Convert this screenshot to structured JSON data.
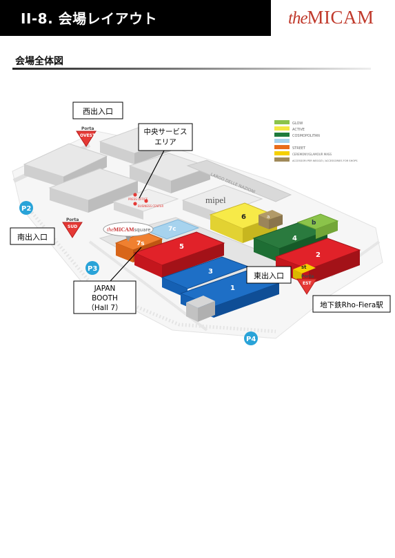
{
  "header": {
    "title": "II-8. 会場レイアウト",
    "logo_prefix": "the",
    "logo_main": "MICAM",
    "brand_color": "#c62828"
  },
  "section": {
    "heading": "会場全体図"
  },
  "map": {
    "callouts": {
      "west_entrance": "西出入口",
      "central_services_line1": "中央サービス",
      "central_services_line2": "エリア",
      "south_entrance": "南出入口",
      "east_entrance": "東出入口",
      "japan_booth_line1": "JAPAN",
      "japan_booth_line2": "BOOTH",
      "japan_booth_line3": "（Hall 7）",
      "metro_station": "地下鉄Rho-Fiera駅"
    },
    "gates": {
      "porta_label": "Porta",
      "west": "OVEST",
      "south": "SUD",
      "east": "EST"
    },
    "parking": [
      "P2",
      "P3",
      "P4"
    ],
    "halls": {
      "h1": "1",
      "h2": "2",
      "h3": "3",
      "h4": "4",
      "h5": "5",
      "h6": "6",
      "h7s": "7s",
      "h7c": "7c",
      "h_b": "b",
      "h_st": "st",
      "h_a": "a"
    },
    "venue_labels": {
      "mipel": "mipel",
      "micam_square_prefix": "the",
      "micam_square_main": "MICAM",
      "micam_square_suffix": "square",
      "business_center": "BUSINESS CENTER",
      "press_office": "PRESS OFFICE",
      "road": "LARGO DELLE NAZIONI"
    },
    "legend": [
      {
        "code": "",
        "label": "GLOW",
        "color": "#8bc34a"
      },
      {
        "code": "",
        "label": "ACTIVE",
        "color": "#f4e842"
      },
      {
        "code": "",
        "label": "COSMOPOLITAN",
        "color": "#1e7b3c"
      },
      {
        "code": "",
        "label": "",
        "color": "#a7d3ee"
      },
      {
        "code": "",
        "label": "STREET",
        "color": "#e86c1c"
      },
      {
        "code": "",
        "label": "CEREMONY/GLAMOUR MASS",
        "color": "#f5d000"
      },
      {
        "code": "",
        "label": "ACCESSORI PER NEGOZI / ACCESSORIES FOR SHOPS",
        "color": "#a08a5a"
      }
    ],
    "colors": {
      "hall_red": "#d71920",
      "hall_blue": "#1565c0",
      "hall_yellow": "#f7ea48",
      "hall_green": "#1e6e34",
      "hall_lightgreen": "#8bc34a",
      "hall_orange": "#ea6a1c",
      "hall_lightblue": "#a7d3ee",
      "hall_grey": "#dcdcdc",
      "gate_red": "#e53935",
      "parking_blue": "#29a3d8"
    }
  }
}
